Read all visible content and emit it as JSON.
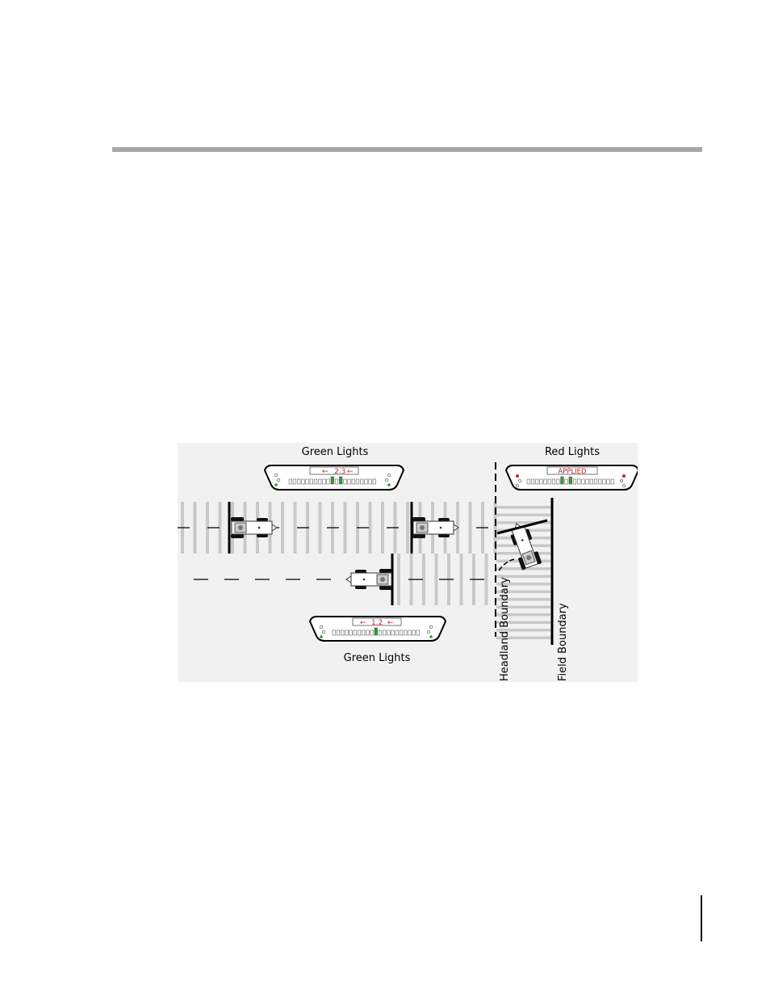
{
  "labels": {
    "green_lights_top": "Green Lights",
    "red_lights": "Red Lights",
    "green_lights_bottom": "Green Lights",
    "headland_boundary": "Headland Boundary",
    "field_boundary": "Field Boundary"
  },
  "lightbars": {
    "top_left_readout": "2.3",
    "top_right_readout": "APPLIED",
    "bottom_readout": "1.2"
  },
  "colors": {
    "applied_stripe": "#c9c9c9",
    "green_led": "#2aa12a",
    "red_led": "#c0282b",
    "readout_text": "#c0282b",
    "header_rule": "#a7a7a7"
  }
}
